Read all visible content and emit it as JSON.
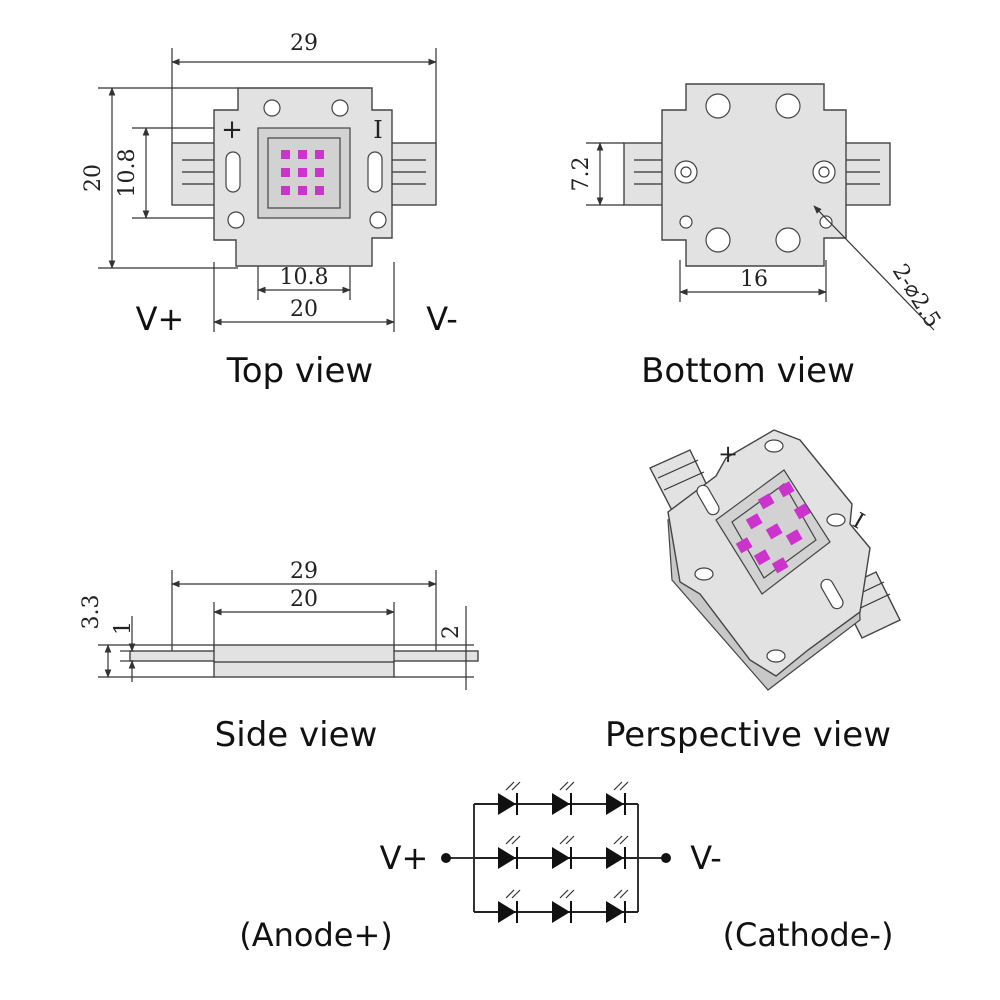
{
  "top_view": {
    "caption": "Top view",
    "dim_width_total": "29",
    "dim_height_total": "20",
    "dim_height_inner": "10.8",
    "dim_width_inner": "10.8",
    "dim_width_body": "20",
    "plus_mark": "+",
    "minus_mark": "I",
    "vplus": "V+",
    "vminus": "V-"
  },
  "bottom_view": {
    "caption": "Bottom view",
    "dim_pad_height": "7.2",
    "dim_hole_spacing": "16",
    "dim_hole": "2-⌀2.5"
  },
  "side_view": {
    "caption": "Side view",
    "dim_width_total": "29",
    "dim_width_body": "20",
    "dim_height_total": "3.3",
    "dim_height_pad": "1",
    "dim_height_body": "2"
  },
  "perspective_view": {
    "caption": "Perspective view",
    "plus_mark": "+",
    "minus_mark": "I"
  },
  "schematic": {
    "vplus": "V+",
    "vminus": "V-",
    "anode": "(Anode+)",
    "cathode": "(Cathode-)",
    "led_rows": 3,
    "led_cols": 3
  }
}
